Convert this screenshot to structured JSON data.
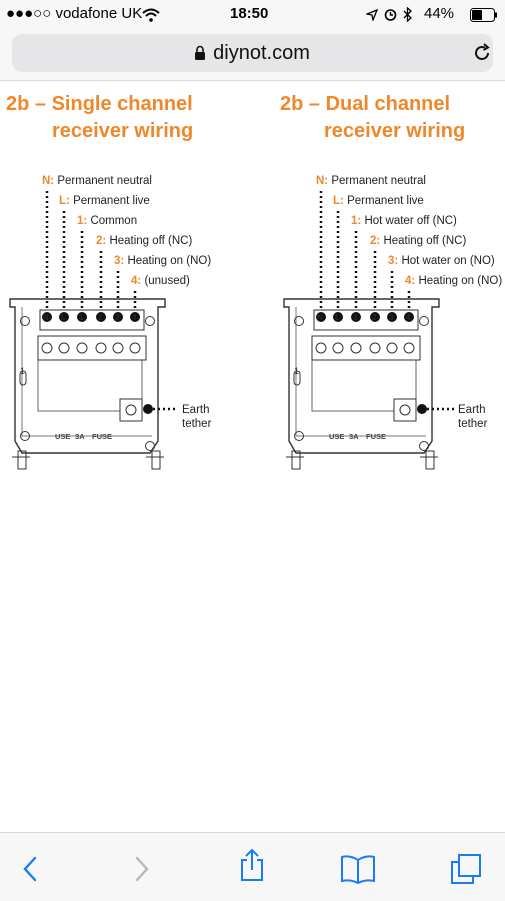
{
  "status_bar": {
    "carrier": "●●●○○ vodafone UK",
    "time": "18:50",
    "battery": "44%"
  },
  "browser": {
    "url": "diynot.com"
  },
  "left_panel": {
    "heading_num": "2b",
    "heading_line1": "– Single channel",
    "heading_line2": "receiver wiring",
    "terminals": [
      {
        "key": "N:",
        "text": "Permanent neutral"
      },
      {
        "key": "L:",
        "text": "Permanent live"
      },
      {
        "key": "1:",
        "text": "Common"
      },
      {
        "key": "2:",
        "text": "Heating off (NC)"
      },
      {
        "key": "3:",
        "text": "Heating on (NO)"
      },
      {
        "key": "4:",
        "text": "(unused)"
      }
    ],
    "earth_line1": "Earth",
    "earth_line2": "tether"
  },
  "right_panel": {
    "heading_num": "2b",
    "heading_line1": "– Dual channel",
    "heading_line2": "receiver wiring",
    "terminals": [
      {
        "key": "N:",
        "text": "Permanent neutral"
      },
      {
        "key": "L:",
        "text": "Permanent live"
      },
      {
        "key": "1:",
        "text": "Hot water off (NC)"
      },
      {
        "key": "2:",
        "text": "Heating off (NC)"
      },
      {
        "key": "3:",
        "text": "Hot water on (NO)"
      },
      {
        "key": "4:",
        "text": "Heating on (NO)"
      }
    ],
    "earth_line1": "Earth",
    "earth_line2": "tether"
  },
  "terminal_block_labels": [
    "N",
    "L",
    "1",
    "2",
    "3",
    "4"
  ],
  "plate_labels": {
    "use": "USE",
    "amps": "3A",
    "fuse": "FUSE",
    "side": "1"
  },
  "icons": {
    "wifi": "wifi-icon",
    "location": "location-arrow-icon",
    "alarm": "alarm-icon",
    "bluetooth": "bluetooth-icon",
    "battery": "battery-icon",
    "lock": "lock-icon",
    "reload": "reload-icon",
    "back": "back-icon",
    "forward": "forward-icon",
    "share": "share-icon",
    "bookmarks": "bookmarks-icon",
    "tabs": "tabs-icon"
  },
  "colors": {
    "accent": "#f0872a",
    "ios_blue": "#1a7cf5"
  }
}
